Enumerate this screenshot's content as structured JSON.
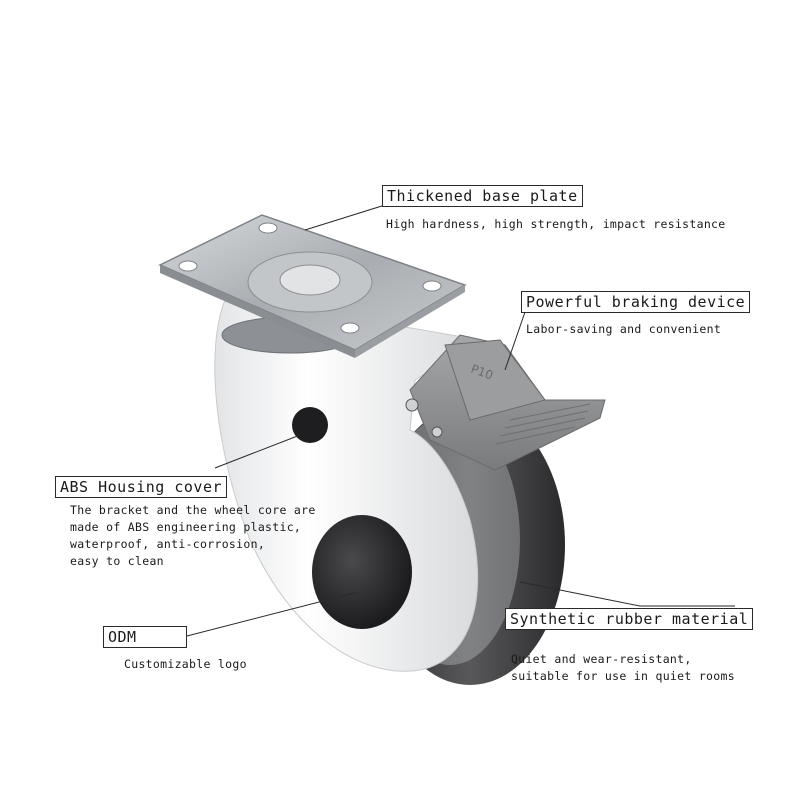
{
  "callouts": {
    "base_plate": {
      "title": "Thickened base plate",
      "lines": [
        "High hardness, high strength, impact resistance"
      ]
    },
    "brake": {
      "title": "Powerful braking device",
      "lines": [
        "Labor-saving and convenient"
      ]
    },
    "housing": {
      "title": "ABS Housing cover",
      "lines": [
        "The bracket and the wheel core are",
        "made of ABS engineering plastic,",
        "waterproof, anti-corrosion,",
        "easy to clean"
      ]
    },
    "odm": {
      "title": "ODM",
      "lines": [
        "Customizable logo"
      ]
    },
    "rubber": {
      "title": "Synthetic rubber material",
      "lines": [
        "Quiet and wear-resistant,",
        "suitable for use in quiet rooms"
      ]
    }
  },
  "pedal_logo": "P10",
  "colors": {
    "plate": "#b8bcc0",
    "housing": "#f4f5f6",
    "tire": "#3a3a3c",
    "pedal": "#8e8f90",
    "line": "#2a2a2a"
  }
}
